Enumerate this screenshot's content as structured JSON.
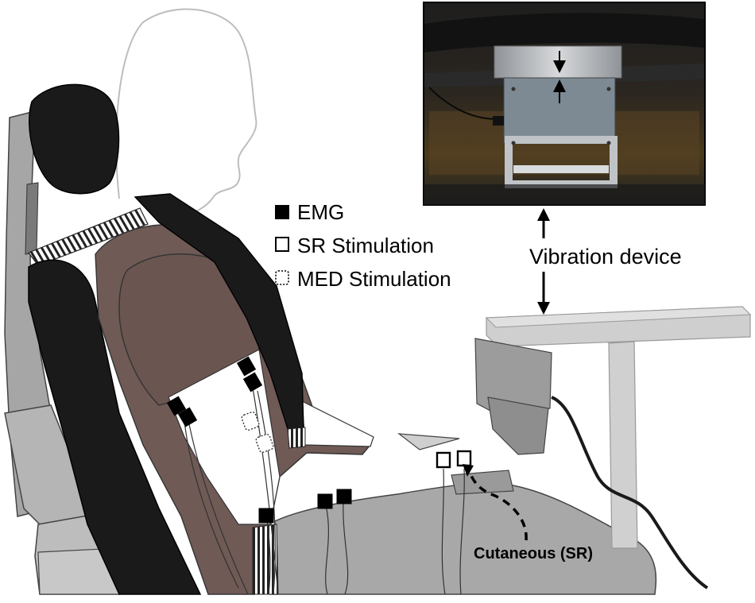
{
  "legend": {
    "emg_label": "EMG",
    "sr_label": "SR Stimulation",
    "med_label": "MED Stimulation"
  },
  "device_label": "Vibration device",
  "cutaneous_label": "Cutaneous (SR)",
  "colors": {
    "seat_gray": "#a6a6a6",
    "black_pad": "#1a1a1a",
    "clothing_brown": "#6f5a56",
    "leg_gray": "#a8a8a8",
    "table_gray": "#cfcfcf",
    "photo_dark": "#1c1c1c",
    "metal": "#b9bcbf"
  },
  "icons": [
    "emg-electrode-icon",
    "sr-electrode-icon",
    "med-electrode-icon",
    "double-arrow-icon",
    "dashed-arrow-icon"
  ]
}
